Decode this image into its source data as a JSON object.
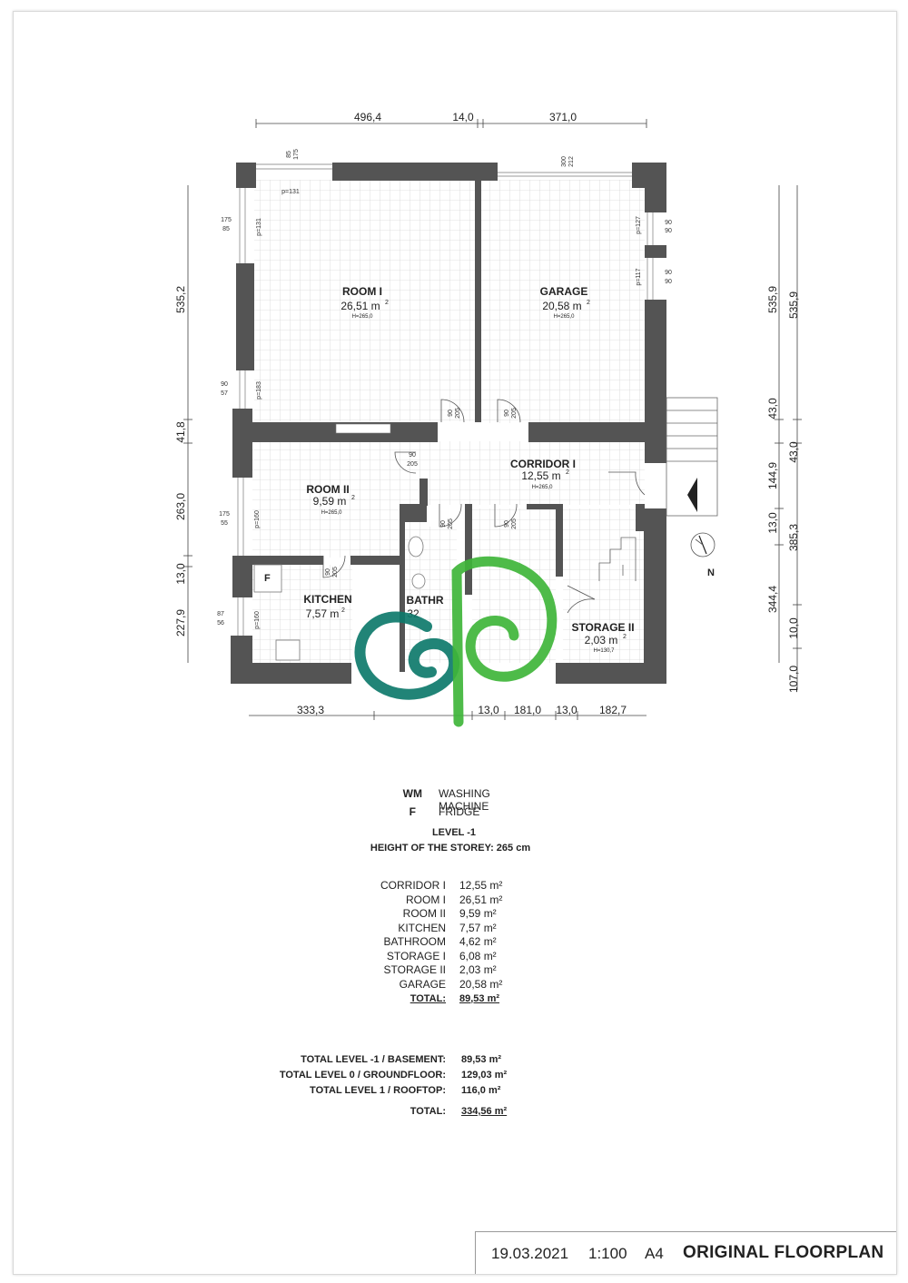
{
  "plan": {
    "rooms": [
      {
        "name": "ROOM I",
        "area": "26,51 m",
        "height": "H=265,0"
      },
      {
        "name": "GARAGE",
        "area": "20,58 m",
        "height": "H=265,0"
      },
      {
        "name": "ROOM II",
        "area": "9,59 m",
        "height": "H=265,0"
      },
      {
        "name": "CORRIDOR I",
        "area": "12,55 m",
        "height": "H=265,0"
      },
      {
        "name": "KITCHEN",
        "area": "7,57 m",
        "height": ""
      },
      {
        "name": "BATHR",
        "area": "32",
        "height": ""
      },
      {
        "name": "STORAGE II",
        "area": "2,03 m",
        "height": "H=130,7"
      }
    ],
    "dims_top": [
      "496,4",
      "14,0",
      "371,0"
    ],
    "dims_bottom": [
      "333,3",
      "13,0",
      "181,0",
      "13,0",
      "182,7"
    ],
    "dims_left": [
      "535,2",
      "41,8",
      "263,0",
      "13,0",
      "227,9"
    ],
    "dims_right_a": [
      "535,9",
      "43,0",
      "144,9",
      "13,0",
      "344,4"
    ],
    "dims_right_b": [
      "535,9",
      "43,0",
      "385,3",
      "10,0",
      "107,0"
    ],
    "openings": [
      "85",
      "175",
      "300",
      "212",
      "p=131",
      "175",
      "85",
      "p=131",
      "90",
      "90",
      "p=127",
      "90",
      "90",
      "p=117",
      "90",
      "57",
      "p=183",
      "90",
      "205",
      "90",
      "205",
      "90",
      "205",
      "175",
      "55",
      "p=160",
      "90",
      "205",
      "90",
      "205",
      "90",
      "205",
      "87",
      "56",
      "p=160"
    ],
    "fridge_mark": "F",
    "north": "N"
  },
  "legend": [
    {
      "key": "WM",
      "label": "WASHING MACHINE"
    },
    {
      "key": "F",
      "label": "FRIDGE"
    }
  ],
  "level": {
    "title": "LEVEL -1",
    "height": "HEIGHT OF THE STOREY: 265 cm"
  },
  "rooms_table": [
    {
      "name": "CORRIDOR I",
      "area": "12,55 m²"
    },
    {
      "name": "ROOM I",
      "area": "26,51 m²"
    },
    {
      "name": "ROOM II",
      "area": "9,59 m²"
    },
    {
      "name": "KITCHEN",
      "area": "7,57 m²"
    },
    {
      "name": "BATHROOM",
      "area": "4,62 m²"
    },
    {
      "name": "STORAGE I",
      "area": "6,08 m²"
    },
    {
      "name": "STORAGE II",
      "area": "2,03 m²"
    },
    {
      "name": "GARAGE",
      "area": "20,58 m²"
    }
  ],
  "rooms_total": {
    "label": "TOTAL:",
    "area": "89,53 m²"
  },
  "levels_table": [
    {
      "name": "TOTAL LEVEL -1 / BASEMENT:",
      "area": "89,53 m²"
    },
    {
      "name": "TOTAL LEVEL 0 / GROUNDFLOOR:",
      "area": "129,03 m²"
    },
    {
      "name": "TOTAL LEVEL 1 / ROOFTOP:",
      "area": "116,0 m²"
    }
  ],
  "grand_total": {
    "label": "TOTAL:",
    "area": "334,56 m²"
  },
  "title_block": {
    "date": "19.03.2021",
    "scale": "1:100",
    "paper": "A4",
    "title": "ORIGINAL FLOORPLAN"
  },
  "colors": {
    "wall": "#545454",
    "grid": "#d4d4d4",
    "logo_green": "#3fb53a",
    "logo_teal": "#0e7a6b"
  }
}
